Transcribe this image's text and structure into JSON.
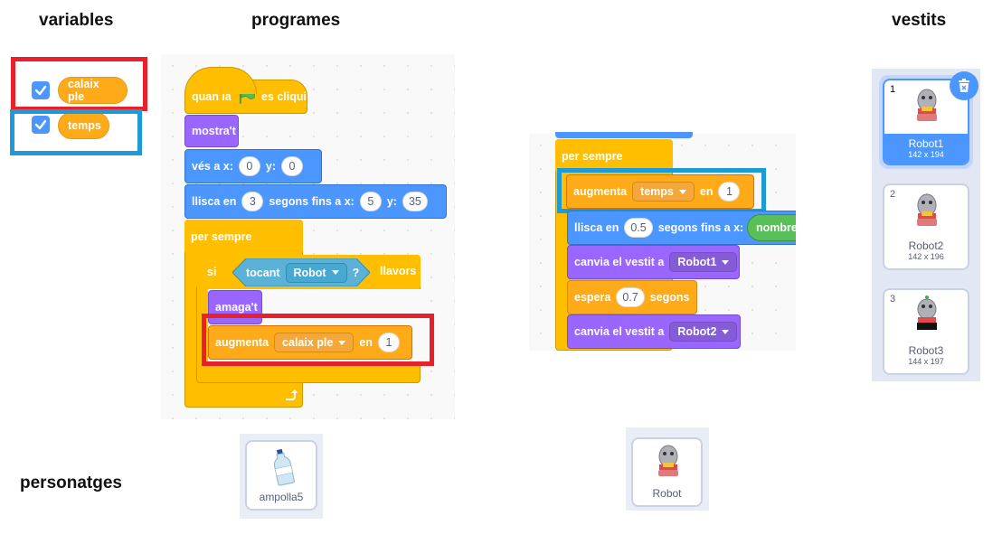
{
  "headings": {
    "variables": "variables",
    "programes": "programes",
    "vestits": "vestits",
    "personatges": "personatges"
  },
  "variables": [
    {
      "name": "calaix ple",
      "checked": true
    },
    {
      "name": "temps",
      "checked": true
    }
  ],
  "script1": {
    "hat": {
      "prefix": "quan la",
      "suffix": "es cliqui"
    },
    "show": "mostra't",
    "goto": {
      "label": "vés a x:",
      "x": "0",
      "ylabel": "y:",
      "y": "0"
    },
    "glide": {
      "prefix": "llisca en",
      "secs": "3",
      "middle": "segons fins a x:",
      "x": "5",
      "ylabel": "y:",
      "y": "35"
    },
    "forever": "per sempre",
    "if": {
      "label": "si",
      "then": "llavors"
    },
    "touching": {
      "label": "tocant",
      "target": "Robot",
      "q": "?"
    },
    "hide": "amaga't",
    "change": {
      "label": "augmenta",
      "var": "calaix ple",
      "en": "en",
      "value": "1"
    }
  },
  "script2": {
    "forever": "per sempre",
    "change": {
      "label": "augmenta",
      "var": "temps",
      "en": "en",
      "value": "1"
    },
    "glide": {
      "prefix": "llisca en",
      "secs": "0.5",
      "middle": "segons fins a x:",
      "reporter": "nombre"
    },
    "switch1": {
      "label": "canvia el vestit a",
      "costume": "Robot1"
    },
    "wait": {
      "label": "espera",
      "secs": "0.7",
      "suffix": "segons"
    },
    "switch2": {
      "label": "canvia el vestit a",
      "costume": "Robot2"
    }
  },
  "sprites": [
    {
      "name": "ampolla5",
      "icon": "bottle-icon"
    },
    {
      "name": "Robot",
      "icon": "robot-icon"
    }
  ],
  "costumes": [
    {
      "num": "1",
      "name": "Robot1",
      "size": "142 x 194",
      "selected": true
    },
    {
      "num": "2",
      "name": "Robot2",
      "size": "142 x 196",
      "selected": false
    },
    {
      "num": "3",
      "name": "Robot3",
      "size": "144 x 197",
      "selected": false
    }
  ],
  "colors": {
    "accent": "#4c97ff",
    "highlight_red": "#e8202a",
    "highlight_blue": "#1d9bd8"
  }
}
